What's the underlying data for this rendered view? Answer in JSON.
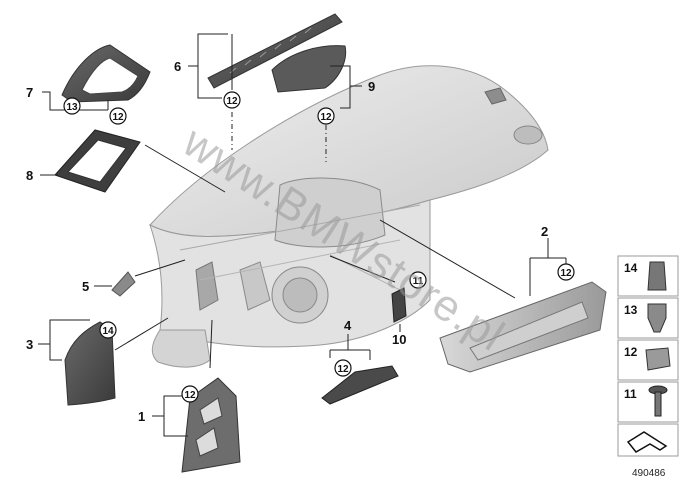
{
  "diagram": {
    "watermark": "www.BMWstore.pl",
    "document_number": "490486",
    "callouts": {
      "c1": "1",
      "c2": "2",
      "c3": "3",
      "c4": "4",
      "c5": "5",
      "c6": "6",
      "c7": "7",
      "c8": "8",
      "c9": "9",
      "c10": "10"
    },
    "circled": {
      "r7_13": "13",
      "r7_12": "12",
      "r6_12": "12",
      "r9_12": "12",
      "r2_12": "12",
      "r3_14": "14",
      "r4_12": "12",
      "r10_11": "11",
      "r1_12": "12"
    },
    "legend": [
      "14",
      "13",
      "12",
      "11"
    ]
  }
}
